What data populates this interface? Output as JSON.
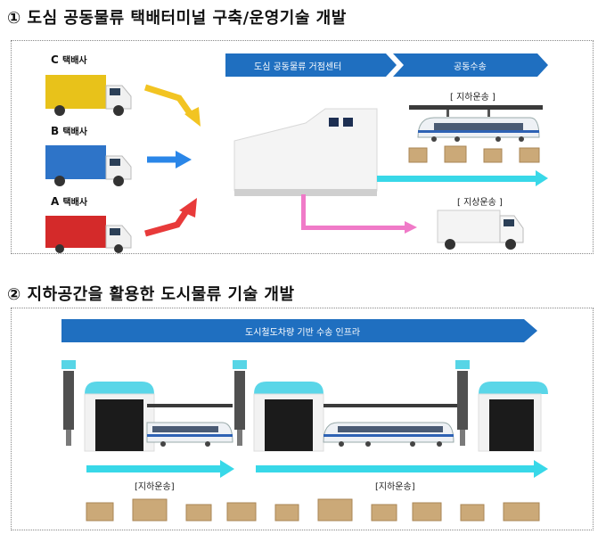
{
  "section1": {
    "heading": "① 도심 공동물류 택배터미널 구축/운영기술 개발",
    "companies": [
      {
        "letter": "C",
        "name": "택배사",
        "color": "#e8c21a"
      },
      {
        "letter": "B",
        "name": "택배사",
        "color": "#2e74c8"
      },
      {
        "letter": "A",
        "name": "택배사",
        "color": "#d42a2a"
      }
    ],
    "banner_center": "도심 공동물류 거점센터",
    "banner_joint": "공동수송",
    "underground_label": "[ 지하운송 ]",
    "ground_label": "[ 지상운송 ]",
    "colors": {
      "banner": "#1f6fc0",
      "cyan_arrow": "#38d8e8",
      "pink_arrow": "#f07ac8",
      "yellow_arrow": "#f2c422",
      "blue_arrow": "#2a86e8",
      "red_arrow": "#e83a3a"
    }
  },
  "section2": {
    "heading": "② 지하공간을 활용한 도시물류 기술 개발",
    "banner": "도시철도차량 기반 수송 인프라",
    "label_left": "[지하운송]",
    "label_right": "[지하운송]"
  }
}
